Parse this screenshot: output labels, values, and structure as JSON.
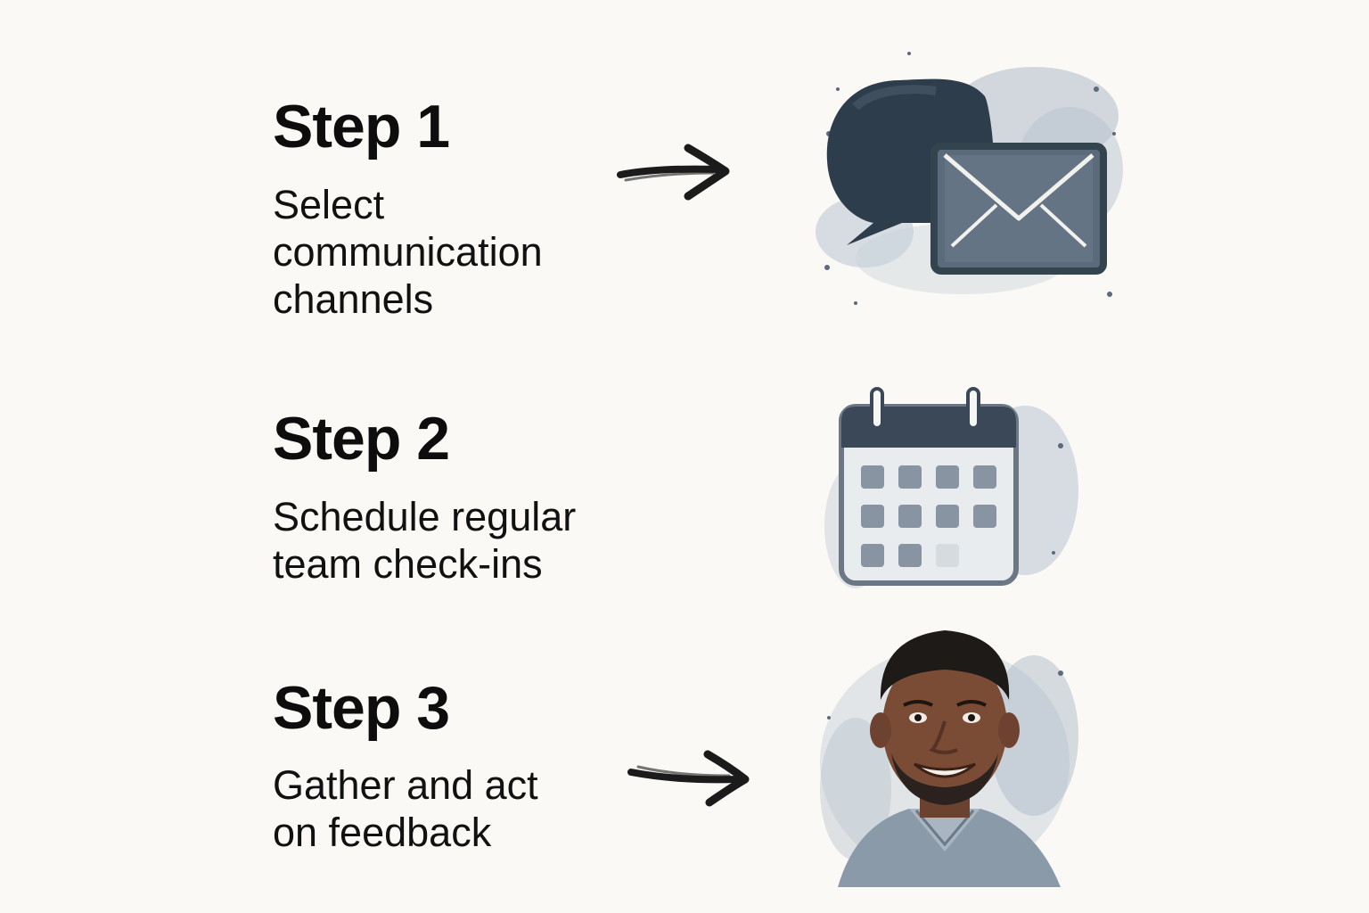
{
  "steps": [
    {
      "title": "Step 1",
      "description_lines": [
        "Select",
        "communication",
        "channels"
      ],
      "icon": "chat-and-envelope-icon"
    },
    {
      "title": "Step 2",
      "description_lines": [
        "Schedule regular",
        "team check-ins"
      ],
      "icon": "calendar-icon"
    },
    {
      "title": "Step 3",
      "description_lines": [
        "Gather and act",
        "on feedback"
      ],
      "icon": "smiling-person-portrait"
    }
  ],
  "colors": {
    "background": "#fbf9f5",
    "text": "#111111",
    "ink_dark": "#2e3d4c",
    "ink_mid": "#5b6b7b",
    "ink_light": "#aebbc7"
  }
}
